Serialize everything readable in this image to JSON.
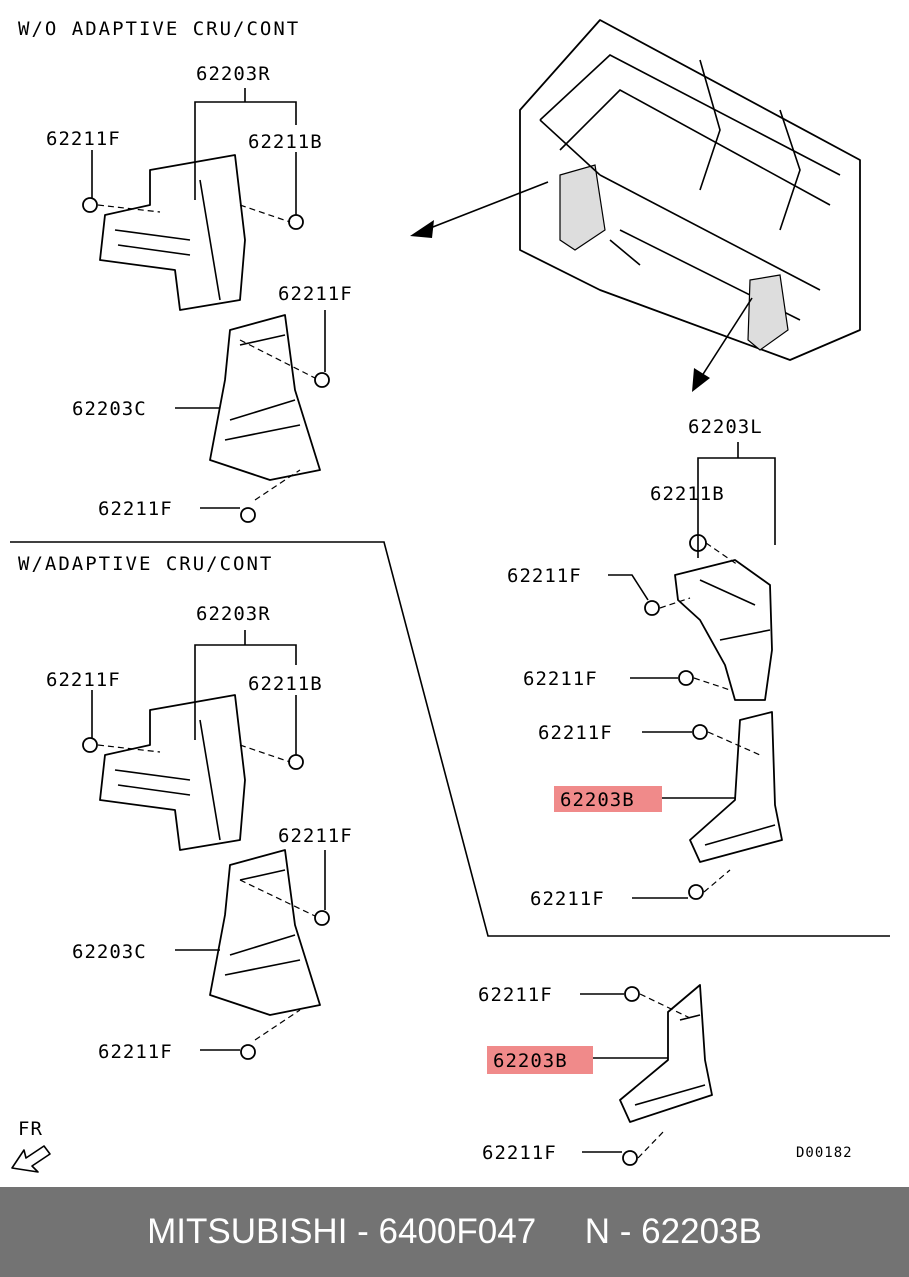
{
  "diagram": {
    "sections": {
      "without_adaptive": "W/O ADAPTIVE CRU/CONT",
      "with_adaptive": "W/ADAPTIVE CRU/CONT"
    },
    "top_left": {
      "bracket_r": "62203R",
      "clip_f_top": "62211F",
      "clip_b": "62211B",
      "clip_f_mid": "62211F",
      "guide_c": "62203C",
      "clip_f_bottom": "62211F"
    },
    "bottom_left": {
      "bracket_r": "62203R",
      "clip_f_top": "62211F",
      "clip_b": "62211B",
      "clip_f_mid": "62211F",
      "guide_c": "62203C",
      "clip_f_bottom": "62211F"
    },
    "right_upper": {
      "bracket_l": "62203L",
      "clip_b": "62211B",
      "clip_f_1": "62211F",
      "clip_f_2": "62211F",
      "clip_f_3": "62211F",
      "guide_b": "62203B",
      "clip_f_4": "62211F"
    },
    "right_lower": {
      "clip_f_top": "62211F",
      "guide_b": "62203B",
      "clip_f_bottom": "62211F"
    },
    "direction": "FR",
    "drawing_code": "D00182",
    "highlight_color": "#f08a8a"
  },
  "footer": {
    "text": "MITSUBISHI - 6400F047     N - 62203B",
    "background": "#737373"
  }
}
